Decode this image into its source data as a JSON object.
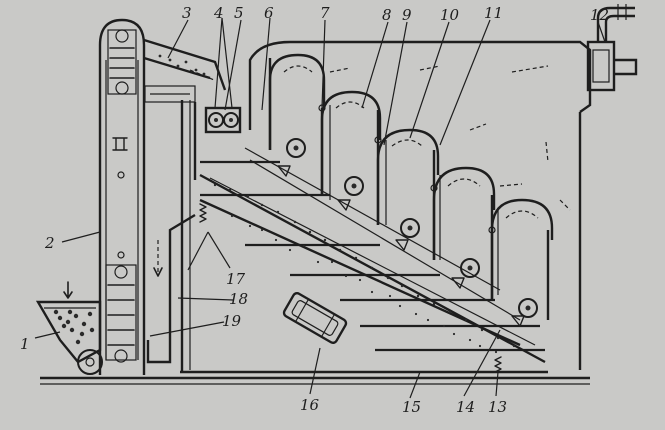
{
  "callouts": [
    {
      "id": "1",
      "text": "1"
    },
    {
      "id": "2",
      "text": "2"
    },
    {
      "id": "3",
      "text": "3"
    },
    {
      "id": "4",
      "text": "4"
    },
    {
      "id": "5",
      "text": "5"
    },
    {
      "id": "6",
      "text": "6"
    },
    {
      "id": "7",
      "text": "7"
    },
    {
      "id": "8",
      "text": "8"
    },
    {
      "id": "9",
      "text": "9"
    },
    {
      "id": "10",
      "text": "10"
    },
    {
      "id": "11",
      "text": "11"
    },
    {
      "id": "12",
      "text": "12"
    },
    {
      "id": "13",
      "text": "13"
    },
    {
      "id": "14",
      "text": "14"
    },
    {
      "id": "15",
      "text": "15"
    },
    {
      "id": "16",
      "text": "16"
    },
    {
      "id": "17",
      "text": "17"
    },
    {
      "id": "18",
      "text": "18"
    },
    {
      "id": "19",
      "text": "19"
    }
  ],
  "colors": {
    "paper": "#c9c9c7",
    "ink": "#1e1e1e"
  }
}
